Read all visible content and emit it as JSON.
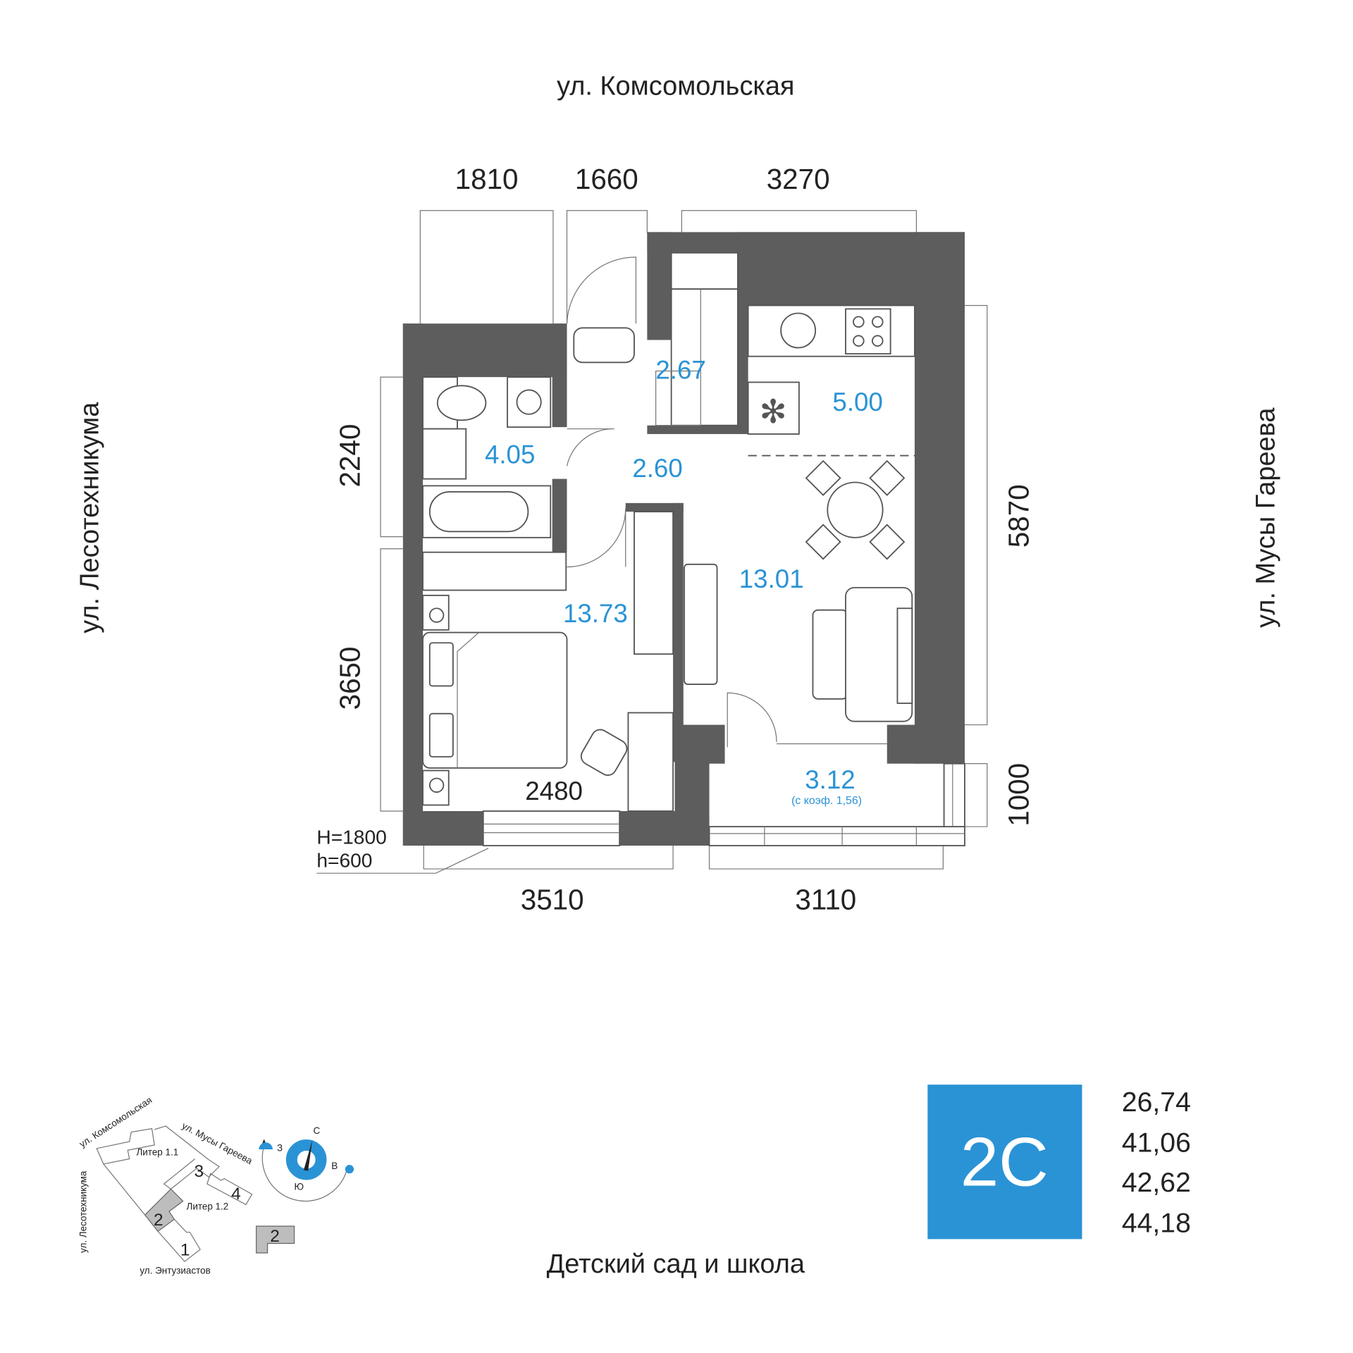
{
  "streets": {
    "top": "ул. Комсомольская",
    "left": "ул. Лесотехникума",
    "right": "ул. Мусы Гареева",
    "bottom": "Детский сад и школа"
  },
  "dimensions": {
    "top": [
      "1810",
      "1660",
      "3270"
    ],
    "left": [
      "2240",
      "3650"
    ],
    "right": [
      "5870",
      "1000"
    ],
    "bottom": [
      "3510",
      "3110"
    ],
    "inner": "2480",
    "window_h1": "H=1800",
    "window_h2": "h=600"
  },
  "rooms": {
    "bathroom": "4.05",
    "wardrobe": "2.67",
    "hall": "2.60",
    "kitchen": "5.00",
    "living": "13.01",
    "bedroom": "13.73",
    "balcony": "3.12",
    "balcony_note": "(с коэф. 1,56)"
  },
  "apartment": {
    "type": "2С",
    "areas": [
      "26,74",
      "41,06",
      "42,62",
      "44,18"
    ],
    "accent": "#2a93d5"
  },
  "site_plan": {
    "streets": [
      "ул. Комсомольская",
      "ул. Мусы Гареева",
      "ул. Лесотехникума",
      "ул. Энтузиастов"
    ],
    "liters": [
      "Литер 1.1",
      "Литер 1.2"
    ],
    "buildings": [
      "1",
      "2",
      "3",
      "4"
    ],
    "legend_building": "2",
    "compass": {
      "north": "С",
      "south": "Ю",
      "west": "З",
      "east": "В"
    }
  }
}
